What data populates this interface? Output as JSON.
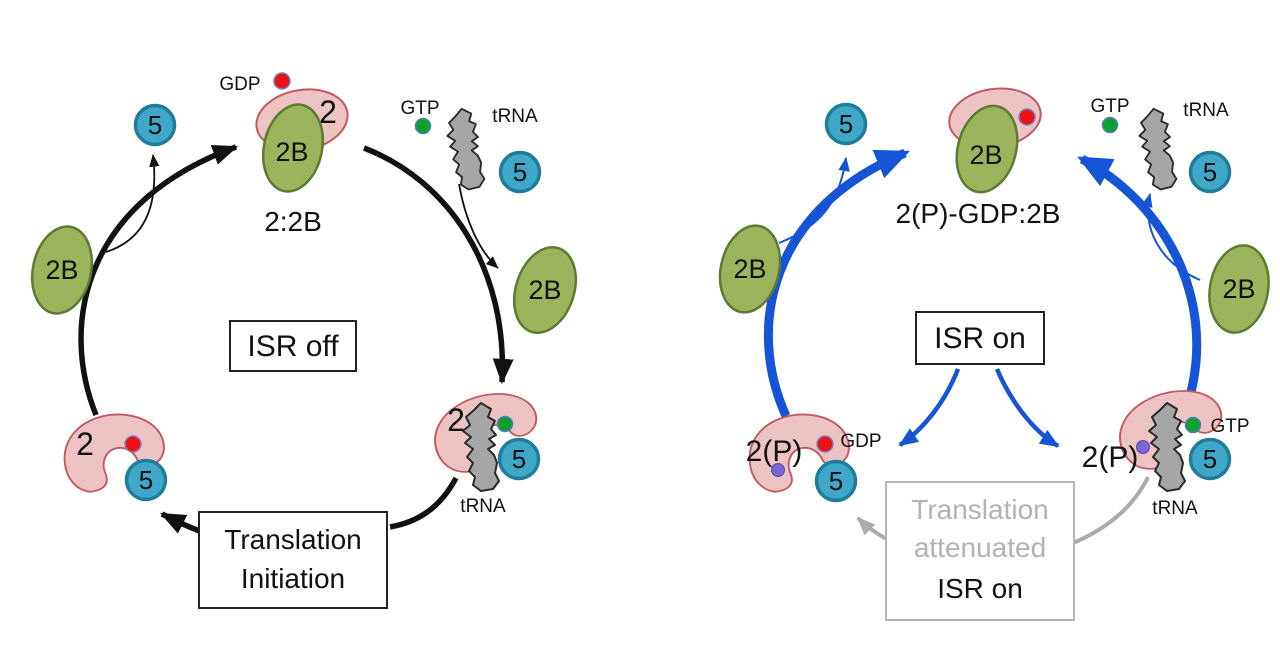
{
  "figure": {
    "description": "eIF2 / eIF2B nucleotide exchange cycle, ISR off versus ISR on",
    "colors": {
      "pink_fill": "#eec3c4",
      "pink_stroke": "#c05a60",
      "green_fill": "#9cb45c",
      "green_stroke": "#5f7a33",
      "blue_circle_fill": "#3fa7c8",
      "blue_circle_stroke": "#1f7d9b",
      "red_dot": "#ee1111",
      "green_dot": "#0fa02c",
      "purple_dot": "#7b66d2",
      "cycle_off_arrow": "#111111",
      "cycle_on_arrow": "#1554d6",
      "attenuated_gray": "#ababab"
    }
  },
  "left": {
    "isr_box": "ISR off",
    "gdp_label": "GDP",
    "gtp_label": "GTP",
    "trna_label": "tRNA",
    "five": "5",
    "left_gef": "2B",
    "right_gef": "2B",
    "top_complex": {
      "factor": "2",
      "gef": "2B",
      "label": "2:2B"
    },
    "bottom_right": {
      "factor": "2",
      "five": "5",
      "trna": "tRNA"
    },
    "bottom_left": {
      "factor": "2",
      "five": "5"
    },
    "process_box": [
      "Translation",
      "Initiation"
    ]
  },
  "right": {
    "isr_box": "ISR on",
    "gtp_label": "GTP",
    "trna_label": "tRNA",
    "five": "5",
    "left_gef": "2B",
    "right_gef": "2B",
    "top_complex": {
      "gef": "2B",
      "label": "2(P)-GDP:2B"
    },
    "bottom_left": {
      "factor": "2(P)",
      "gdp": "GDP",
      "five": "5"
    },
    "bottom_right": {
      "factor": "2(P)",
      "gtp": "GTP",
      "five": "5",
      "trna": "tRNA"
    },
    "process_box": [
      "Translation",
      "attenuated",
      "ISR on"
    ]
  }
}
